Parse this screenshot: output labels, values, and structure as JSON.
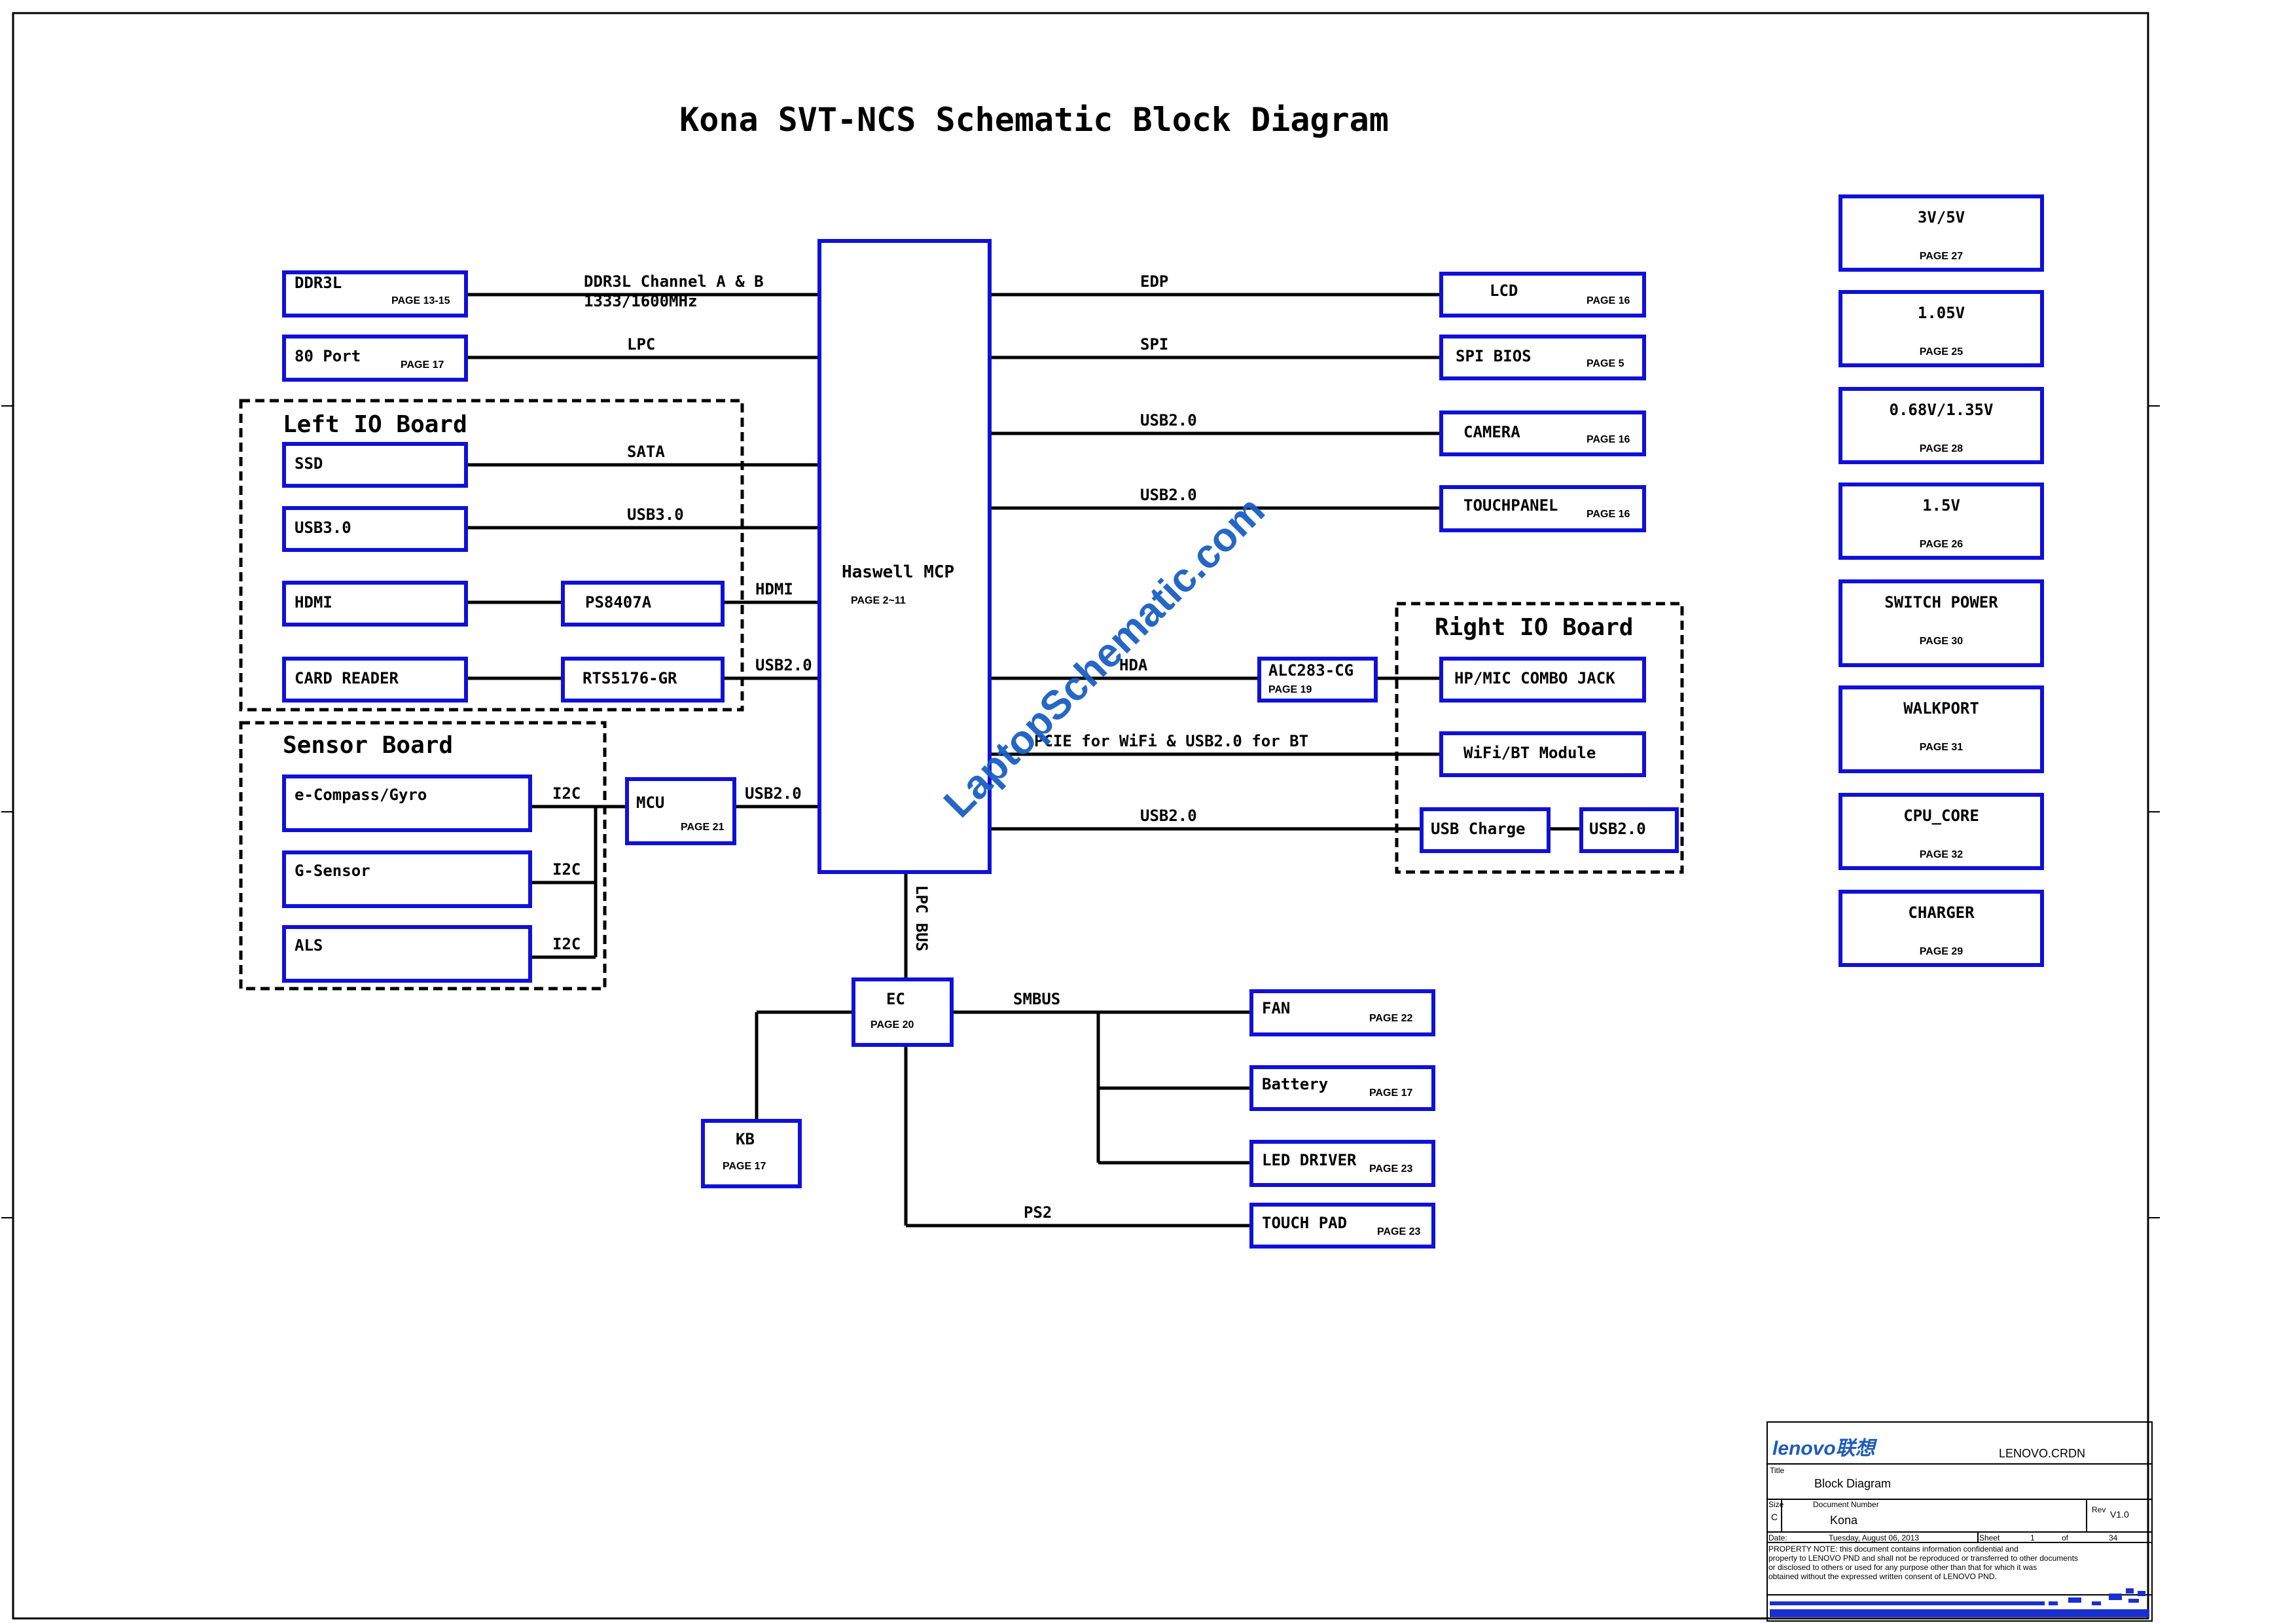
{
  "title": "Kona SVT-NCS Schematic Block Diagram",
  "watermark": "LaptopSchematic.com",
  "colors": {
    "box_border": "#1010d8",
    "line": "#000000",
    "watermark": "#1a5fc2",
    "logo": "#1e5bb8"
  },
  "groups": {
    "left_io": "Left IO Board",
    "sensor": "Sensor Board",
    "right_io": "Right IO Board"
  },
  "blocks": {
    "ddr3l": {
      "label": "DDR3L",
      "page": "PAGE 13-15"
    },
    "port80": {
      "label": "80 Port",
      "page": "PAGE 17"
    },
    "ssd": {
      "label": "SSD"
    },
    "usb30": {
      "label": "USB3.0"
    },
    "hdmi": {
      "label": "HDMI"
    },
    "ps8407a": {
      "label": "PS8407A"
    },
    "card_reader": {
      "label": "CARD READER"
    },
    "rts5176": {
      "label": "RTS5176-GR"
    },
    "ecompass": {
      "label": "e-Compass/Gyro"
    },
    "gsensor": {
      "label": "G-Sensor"
    },
    "als": {
      "label": "ALS"
    },
    "mcu": {
      "label": "MCU",
      "page": "PAGE 21"
    },
    "cpu": {
      "label": "Haswell MCP",
      "page": "PAGE 2~11"
    },
    "lcd": {
      "label": "LCD",
      "page": "PAGE 16"
    },
    "spi_bios": {
      "label": "SPI BIOS",
      "page": "PAGE 5"
    },
    "camera": {
      "label": "CAMERA",
      "page": "PAGE 16"
    },
    "touchpanel": {
      "label": "TOUCHPANEL",
      "page": "PAGE 16"
    },
    "alc283": {
      "label": "ALC283-CG",
      "page": "PAGE 19"
    },
    "hp_mic": {
      "label": "HP/MIC COMBO JACK"
    },
    "wifi_bt": {
      "label": "WiFi/BT Module"
    },
    "usb_charge": {
      "label": "USB Charge"
    },
    "usb20_port": {
      "label": "USB2.0"
    },
    "ec": {
      "label": "EC",
      "page": "PAGE 20"
    },
    "kb": {
      "label": "KB",
      "page": "PAGE 17"
    },
    "fan": {
      "label": "FAN",
      "page": "PAGE 22"
    },
    "battery": {
      "label": "Battery",
      "page": "PAGE 17"
    },
    "led_driver": {
      "label": "LED DRIVER",
      "page": "PAGE 23"
    },
    "touch_pad": {
      "label": "TOUCH PAD",
      "page": "PAGE 23"
    }
  },
  "power": [
    {
      "label": "3V/5V",
      "page": "PAGE 27"
    },
    {
      "label": "1.05V",
      "page": "PAGE 25"
    },
    {
      "label": "0.68V/1.35V",
      "page": "PAGE 28"
    },
    {
      "label": "1.5V",
      "page": "PAGE 26"
    },
    {
      "label": "SWITCH POWER",
      "page": "PAGE 30"
    },
    {
      "label": "WALKPORT",
      "page": "PAGE 31"
    },
    {
      "label": "CPU_CORE",
      "page": "PAGE 32"
    },
    {
      "label": "CHARGER",
      "page": "PAGE 29"
    }
  ],
  "buses": {
    "ddr3l_line1": "DDR3L Channel A & B",
    "ddr3l_line2": "1333/1600MHz",
    "lpc": "LPC",
    "sata": "SATA",
    "usb30": "USB3.0",
    "hdmi": "HDMI",
    "usb20_card": "USB2.0",
    "i2c_1": "I2C",
    "i2c_2": "I2C",
    "i2c_3": "I2C",
    "usb20_mcu": "USB2.0",
    "edp": "EDP",
    "spi": "SPI",
    "usb20_cam": "USB2.0",
    "usb20_touch": "USB2.0",
    "hda": "HDA",
    "pcie": "PCIE for WiFi & USB2.0 for BT",
    "usb20_right": "USB2.0",
    "lpc_bus": "LPC BUS",
    "smbus": "SMBUS",
    "ps2": "PS2"
  },
  "title_block": {
    "logo": "lenovo联想",
    "company": "LENOVO.CRDN",
    "title_label": "Title",
    "title_value": "Block Diagram",
    "size_label": "Size",
    "size_value": "C",
    "docnum_label": "Document Number",
    "docnum_value": "Kona",
    "rev_label": "Rev",
    "rev_value": "V1.0",
    "date_label": "Date:",
    "date_value": "Tuesday, August 06, 2013",
    "sheet_label": "Sheet",
    "sheet_value": "1",
    "of_label": "of",
    "of_value": "34",
    "note_1": "PROPERTY NOTE: this document contains information confidential and",
    "note_2": "property to LENOVO PND and shall not be reproduced or transferred to other documents",
    "note_3": "or disclosed to others or used for any purpose other than that for which it was",
    "note_4": "obtained without the expressed written consent of LENOVO PND."
  }
}
